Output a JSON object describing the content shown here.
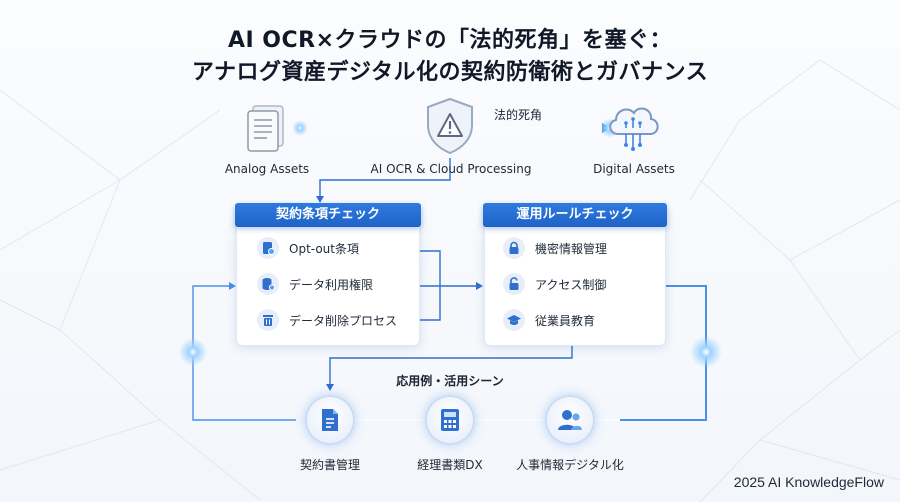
{
  "title": {
    "line1": "AI OCR×クラウドの「法的死角」を塞ぐ：",
    "line2": "アナログ資産デジタル化の契約防衛術とガバナンス"
  },
  "top_flow": {
    "analog_label": "Analog Assets",
    "processing_label": "AI OCR & Cloud Processing",
    "digital_label": "Digital Assets",
    "blind_spot_label": "法的死角",
    "analog_icon": "document-icon",
    "processing_icon": "warning-shield-icon",
    "digital_icon": "cloud-circuit-icon"
  },
  "contract_check": {
    "header": "契約条項チェック",
    "items": [
      {
        "label": "Opt-out条項",
        "icon": "doc-check-icon"
      },
      {
        "label": "データ利用権限",
        "icon": "database-check-icon"
      },
      {
        "label": "データ削除プロセス",
        "icon": "trash-icon"
      }
    ]
  },
  "ops_check": {
    "header": "運用ルールチェック",
    "items": [
      {
        "label": "機密情報管理",
        "icon": "lock-icon"
      },
      {
        "label": "アクセス制御",
        "icon": "unlock-icon"
      },
      {
        "label": "従業員教育",
        "icon": "graduation-cap-icon"
      }
    ]
  },
  "use_cases": {
    "section_label": "応用例・活用シーン",
    "items": [
      {
        "label": "契約書管理",
        "icon": "document-icon"
      },
      {
        "label": "経理書類DX",
        "icon": "calculator-icon"
      },
      {
        "label": "人事情報デジタル化",
        "icon": "people-icon"
      }
    ]
  },
  "colors": {
    "accent": "#1f6fd6",
    "glow": "#5fb0ff",
    "card_header": "#2a72da"
  },
  "footer": "2025 AI KnowledgeFlow"
}
